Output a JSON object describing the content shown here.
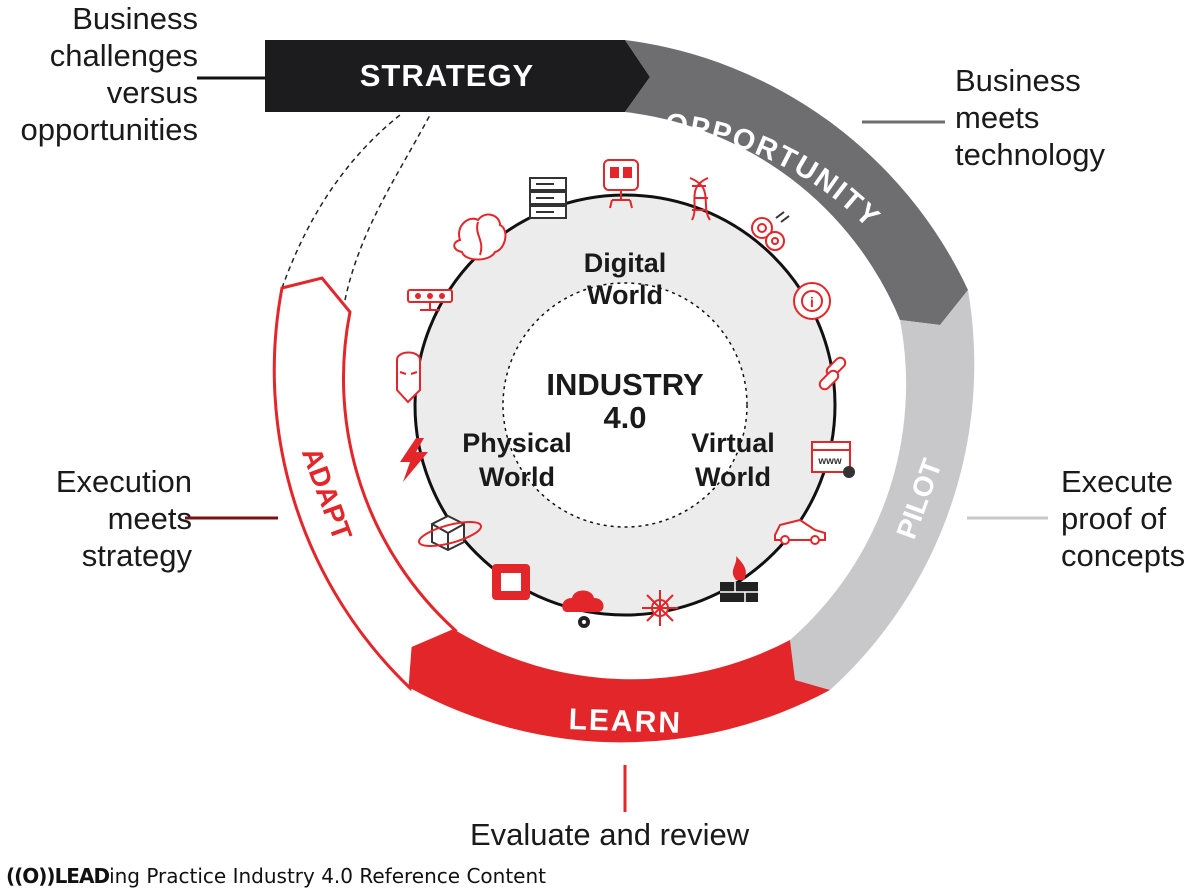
{
  "diagram": {
    "center_title_line1": "INDUSTRY",
    "center_title_line2": "4.0",
    "worlds": {
      "digital_line1": "Digital",
      "digital_line2": "World",
      "physical_line1": "Physical",
      "physical_line2": "World",
      "virtual_line1": "Virtual",
      "virtual_line2": "World"
    },
    "stages": {
      "strategy": "STRATEGY",
      "opportunity": "OPPORTUNITY",
      "pilot": "PILOT",
      "learn": "LEARN",
      "adapt": "ADAPT"
    },
    "colors": {
      "strategy": "#1c1c1e",
      "opportunity": "#6e6e70",
      "pilot": "#c8c8ca",
      "learn": "#e3262a",
      "adapt": "#e3262a",
      "icons": "#e3262a",
      "core": "#ececec"
    },
    "icons": [
      "robot-icon",
      "dna-icon",
      "gears-icon",
      "lifebuoy-info-icon",
      "chain-link-icon",
      "web-browser-icon",
      "car-icon",
      "firewall-icon",
      "network-virus-icon",
      "cloud-settings-icon",
      "chip-icon",
      "cube-orbit-icon",
      "lightning-icon",
      "ironman-helmet-icon",
      "sensor-camera-icon",
      "brain-icon",
      "server-rack-icon"
    ]
  },
  "annotations": {
    "strategy_line1": "Business",
    "strategy_line2": "challenges",
    "strategy_line3": "versus",
    "strategy_line4": "opportunities",
    "opportunity_line1": "Business",
    "opportunity_line2": "meets",
    "opportunity_line3": "technology",
    "adapt_line1": "Execution",
    "adapt_line2": "meets",
    "adapt_line3": "strategy",
    "pilot_line1": "Execute",
    "pilot_line2": "proof of",
    "pilot_line3": "concepts",
    "learn_line1": "Evaluate and review"
  },
  "footer": {
    "logo": "((O))LEAD",
    "text": "ing Practice Industry 4.0 Reference Content"
  }
}
